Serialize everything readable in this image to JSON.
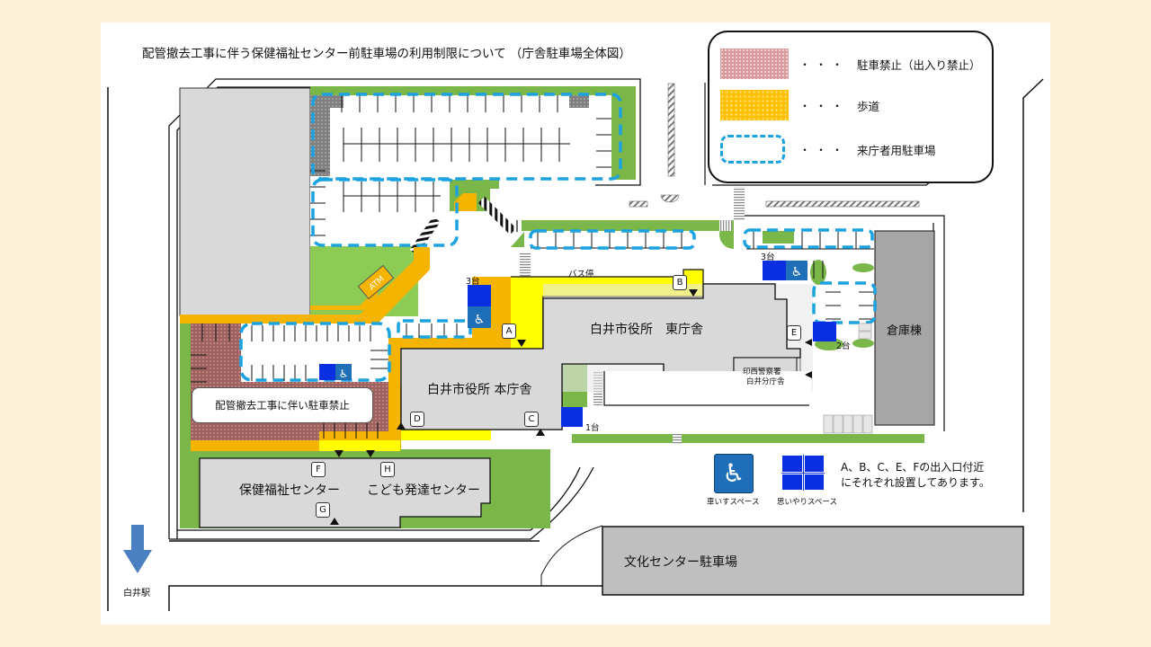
{
  "title": "配管撤去工事に伴う保健福祉センター前駐車場の利用制限について （庁舎駐車場全体図）",
  "legend": {
    "items": [
      {
        "key": "no-parking",
        "label": "駐車禁止（出入り禁止）",
        "color": "#d99a9e"
      },
      {
        "key": "sidewalk",
        "label": "歩道",
        "color": "#ffc000"
      },
      {
        "key": "visitor-parking",
        "label": "来庁者用駐車場",
        "color": "#1aa3e0"
      }
    ],
    "dots": "・・・"
  },
  "buildings": {
    "east_wing": "白井市役所　東庁舎",
    "main_building": "白井市役所 本庁舎",
    "health_center": "保健福祉センター",
    "child_center": "こども発達センター",
    "warehouse": "倉庫棟",
    "police_line1": "印西警察署",
    "police_line2": "白井分庁舎",
    "culture_parking": "文化センター駐車場",
    "atm": "ATM"
  },
  "labels": {
    "bus_stop": "バス停",
    "station": "白井駅",
    "notice": "配管撤去工事に伴い駐車禁止",
    "count_3a": "3台",
    "count_3b": "3台",
    "count_2": "2台",
    "count_1": "1台",
    "police_small": "警察"
  },
  "entrances": [
    "A",
    "B",
    "C",
    "D",
    "E",
    "F",
    "G",
    "H"
  ],
  "icon_legend": {
    "wheelchair_label": "車いすスペース",
    "consideration_label": "思いやりスペース",
    "note_line1": "A、B、C、E、Fの出入口付近",
    "note_line2": "にそれぞれ設置してあります。"
  },
  "colors": {
    "background": "#fdf2d7",
    "green": "#7ab648",
    "building": "#d9d9d9",
    "warehouse": "#a6a6a6",
    "sidewalk_orange": "#f5b400",
    "sidewalk_yellow": "#ffff00",
    "no_parking": "#a0625f",
    "visitor_dash": "#1aa3e0",
    "accessible_blue": "#0a2fe0",
    "wheelchair_blue": "#1e6fb8",
    "arrow_blue": "#4a7fc1"
  }
}
